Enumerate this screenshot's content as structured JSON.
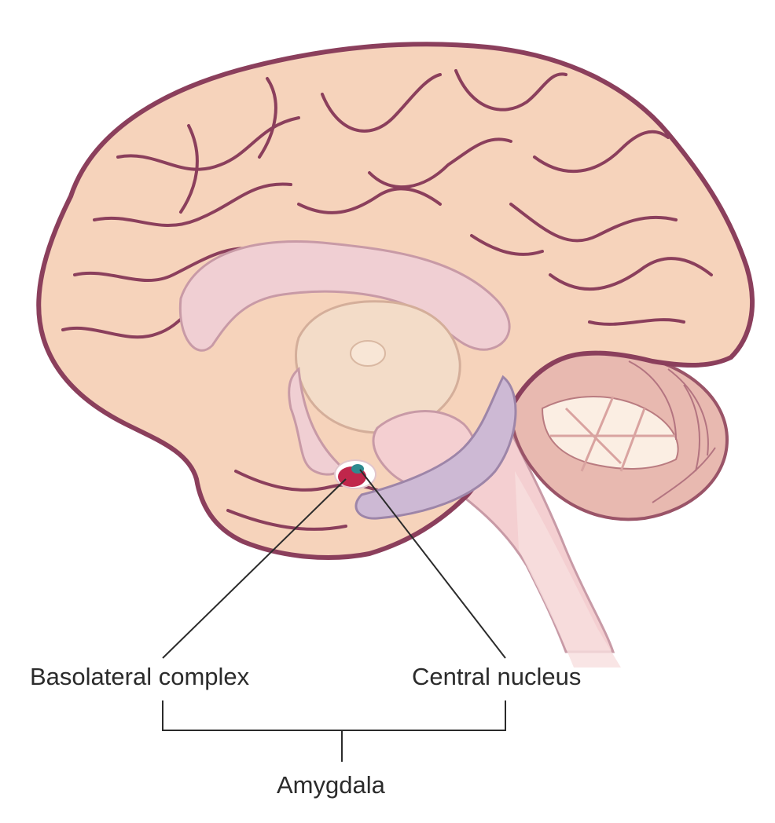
{
  "labels": {
    "basolateral": "Basolateral complex",
    "central": "Central nucleus",
    "group": "Amygdala"
  },
  "colors": {
    "cortex_fill": "#f6d3bb",
    "cortex_outline": "#8b3f5c",
    "sulcus": "#8b3f5c",
    "corpus_callosum": "#f0cfd3",
    "thalamus": "#f3dcc8",
    "brainstem": "#f4cfd1",
    "hippocampus": "#cdb9d4",
    "cerebellum": "#e8b9b0",
    "basolateral_nucleus": "#c0264b",
    "central_nucleus": "#2e8a8f",
    "leader_lines": "#2b2b2b"
  }
}
